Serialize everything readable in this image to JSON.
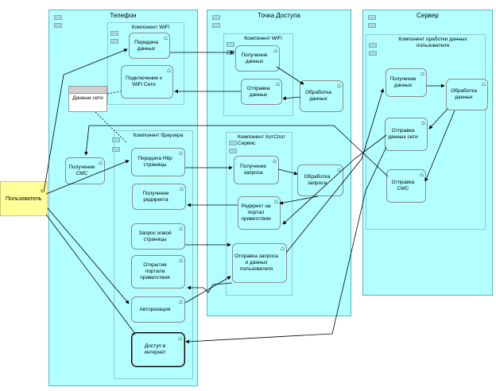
{
  "swimlanes": {
    "phone": "Телефон",
    "access_point": "Точка Доступа",
    "server": "Сервер"
  },
  "components": {
    "phone_wifi": "Компонент WiFi",
    "browser": "Компонент браузера",
    "ap_wifi": "Компонент WiFi",
    "hotspot": "Компонент ХотСпот Сервис",
    "user_data": "Компонент оработки данных пользователя"
  },
  "functions": {
    "send_data": "Передача данных",
    "wifi_connect": "Подключение к WiFi Сети",
    "http_send": "Передача Http страницы",
    "get_redirect": "Получение редиректа",
    "new_page": "Запрос новой страницы",
    "open_portal": "Открытие портала приветствия",
    "auth": "Авторизация",
    "internet": "Доступ в интернет",
    "sms_receive": "Получение СМС",
    "ap_receive": "Получение данных",
    "ap_send": "Отправка данных",
    "ap_process": "Обработка данных",
    "hs_receive": "Получение запроса",
    "hs_process": "Обработка запроса",
    "hs_redirect": "Редирект на портал приветствия",
    "hs_send_user": "Отправка запроса и данных пользователя",
    "srv_receive": "Получение данных",
    "srv_process": "Обработка данных",
    "srv_send_net": "Отправка данных сети",
    "srv_send_sms": "Отправка СМС"
  },
  "data_object": "Данные сети",
  "actor": "Пользователь",
  "icons": {
    "function": "function-chevron-icon",
    "actor": "actor-stick-figure-icon",
    "component": "component-tabs-icon"
  },
  "colors": {
    "container": "#b3ffff",
    "actor": "#ffff99",
    "data_header": "#cfcfcf"
  }
}
